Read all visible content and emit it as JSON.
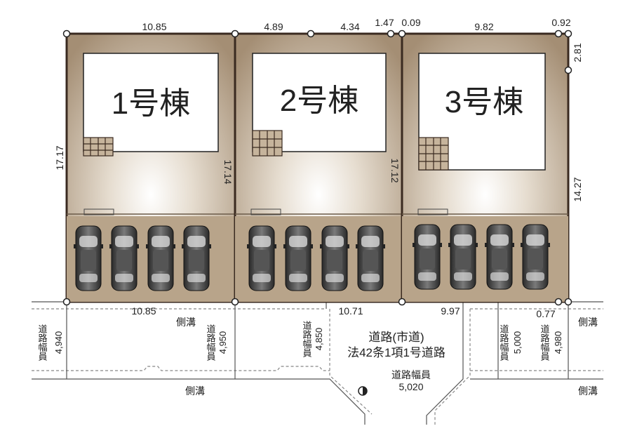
{
  "lots": [
    {
      "name": "1号棟"
    },
    {
      "name": "2号棟"
    },
    {
      "name": "3号棟"
    }
  ],
  "dimensions": {
    "top": [
      "10.85",
      "4.89",
      "4.34",
      "1.47",
      "0.09",
      "9.82",
      "0.92"
    ],
    "right_upper": "2.81",
    "sides": [
      "17.17",
      "17.14",
      "17.12",
      "14.27"
    ],
    "bottom": [
      "10.85",
      "10.71",
      "9.97",
      "0.77"
    ]
  },
  "road": {
    "name_line1": "道路(市道)",
    "name_line2": "法42条1項1号道路",
    "width_label": "道路幅員",
    "widths": [
      "4,940",
      "4,950",
      "4,850",
      "5,000",
      "4,980",
      "5,020"
    ],
    "gutter_label": "側溝"
  },
  "colors": {
    "lot_fill": "#b8a48a",
    "lot_outline": "#3a2a20",
    "building": "#ffffff",
    "car_body": "#3a3a3a"
  },
  "parking_per_lot": 4
}
